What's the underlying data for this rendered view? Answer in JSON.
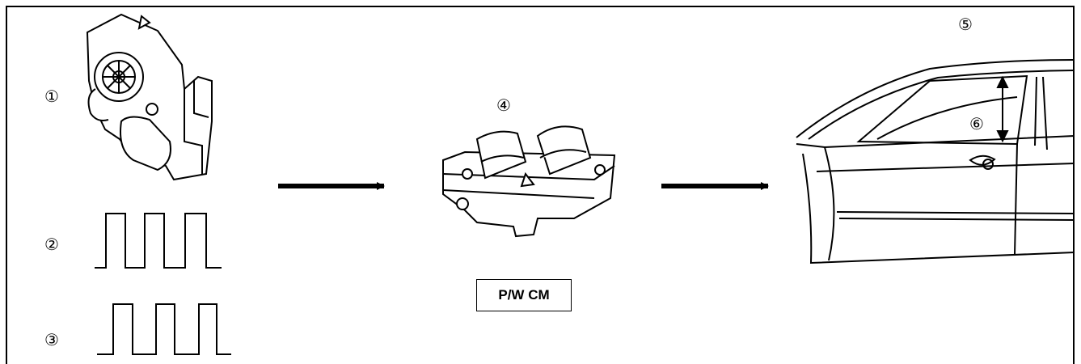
{
  "callouts": {
    "c1": "①",
    "c2": "②",
    "c3": "③",
    "c4": "④",
    "c5": "⑤",
    "c6": "⑥"
  },
  "module_label": "P/W CM",
  "icons": {
    "motor": "power-window-motor-icon",
    "switch": "power-window-switch-icon",
    "car": "vehicle-door-icon"
  }
}
